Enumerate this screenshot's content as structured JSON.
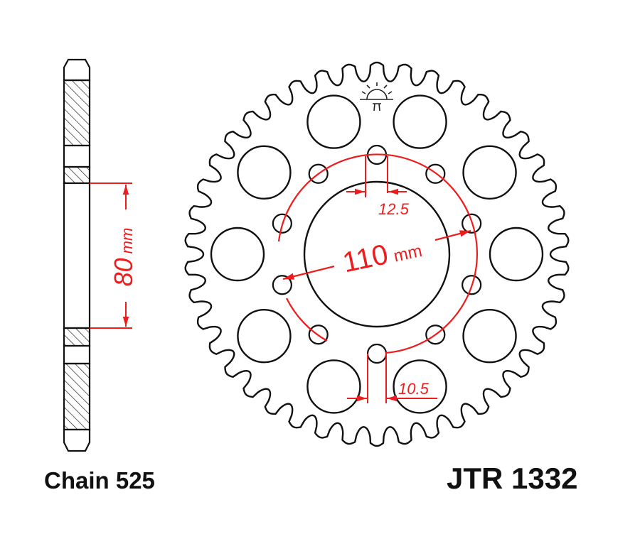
{
  "diagram": {
    "type": "sprocket technical drawing",
    "colors": {
      "outline": "#111111",
      "dimension": "#ee1c1c",
      "hatch": "#222222"
    },
    "teeth": 42,
    "lightening_holes": 10,
    "bolt_holes": 10,
    "logo_icon": "jt-sun-logo-icon"
  },
  "labels": {
    "chain": "Chain 525",
    "model": "JTR 1332"
  },
  "dimensions": {
    "hub": "80",
    "hub_unit": "mm",
    "pcd": "110",
    "pcd_unit": "mm",
    "slot_width_top": "12.5",
    "slot_width_bottom": "10.5"
  }
}
